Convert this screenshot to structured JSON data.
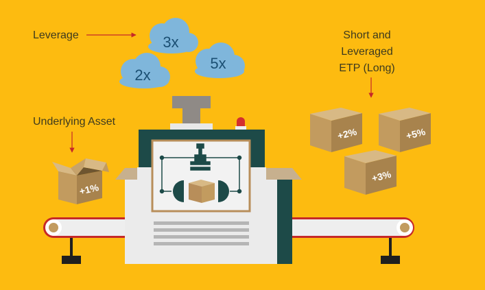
{
  "labels": {
    "leverage": "Leverage",
    "underlying": "Underlying Asset",
    "etp_line1": "Short and",
    "etp_line2": "Leveraged",
    "etp_line3": "ETP (Long)"
  },
  "clouds": [
    "3x",
    "2x",
    "5x"
  ],
  "input_box": "+1%",
  "output_boxes": [
    "+2%",
    "+5%",
    "+3%"
  ],
  "colors": {
    "background": "#FDBB10",
    "cloud": "#7FB6DB",
    "cloud_text": "#1B4F73",
    "box": "#C29B5F",
    "machine_dark": "#1D4A48",
    "belt": "#C62828",
    "label_text": "#3D3A1E",
    "arrow": "#C62828"
  }
}
